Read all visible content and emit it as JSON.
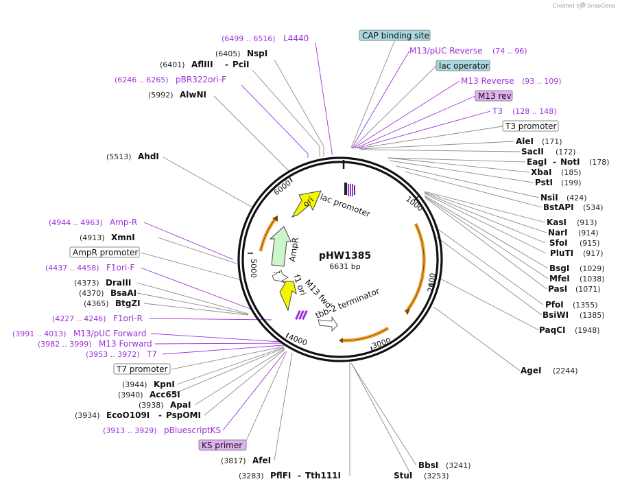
{
  "credit": {
    "prefix": "Created by",
    "brand": "SnapGene"
  },
  "plasmid": {
    "name": "pHW1385",
    "size": "6631 bp"
  },
  "ticks": [
    "1000",
    "2000",
    "3000",
    "4000",
    "5000",
    "6000"
  ],
  "features": {
    "ori": "ori",
    "lac_promoter": "lac promoter",
    "ampr": "AmpR",
    "ampr_promoter_small": "...",
    "f1_ori": "f1 ori",
    "m13_fwd": "M13 fwd",
    "tbb2_terminator": "tbb-2 terminator"
  },
  "labels": {
    "l4440": {
      "range": "(6499 .. 6516)",
      "name": "L4440"
    },
    "nspi": {
      "pos": "(6405)",
      "name": "NspI"
    },
    "aflIII": {
      "pos": "(6401)",
      "name": "AflIII",
      "sep": "-",
      "name2": "PciI"
    },
    "pbr322": {
      "range": "(6246 .. 6265)",
      "name": "pBR322ori-F"
    },
    "alwni": {
      "pos": "(5992)",
      "name": "AlwNI"
    },
    "ahdi": {
      "pos": "(5513)",
      "name": "AhdI"
    },
    "ampr_primer": {
      "range": "(4944 .. 4963)",
      "name": "Amp-R"
    },
    "xmni": {
      "pos": "(4913)",
      "name": "XmnI"
    },
    "ampr_promoter": "AmpR promoter",
    "f1ori_f": {
      "range": "(4437 .. 4458)",
      "name": "F1ori-F"
    },
    "draIII": {
      "pos": "(4373)",
      "name": "DraIII"
    },
    "bsaai": {
      "pos": "(4370)",
      "name": "BsaAI"
    },
    "btgzi": {
      "pos": "(4365)",
      "name": "BtgZI"
    },
    "f1ori_r": {
      "range": "(4227 .. 4246)",
      "name": "F1ori-R"
    },
    "m13puc_fwd": {
      "range": "(3991 .. 4013)",
      "name": "M13/pUC Forward"
    },
    "m13_forward": {
      "range": "(3982 .. 3999)",
      "name": "M13 Forward"
    },
    "t7": {
      "range": "(3953 .. 3972)",
      "name": "T7"
    },
    "t7_promoter": "T7 promoter",
    "kpni": {
      "pos": "(3944)",
      "name": "KpnI"
    },
    "acc65i": {
      "pos": "(3940)",
      "name": "Acc65I"
    },
    "apai": {
      "pos": "(3938)",
      "name": "ApaI"
    },
    "ecoo109i": {
      "pos": "(3934)",
      "name": "EcoO109I",
      "sep": "-",
      "name2": "PspOMI"
    },
    "pbluescript": {
      "range": "(3913 .. 3929)",
      "name": "pBluescriptKS"
    },
    "ks_primer": "KS primer",
    "afei": {
      "pos": "(3817)",
      "name": "AfeI"
    },
    "pflfi": {
      "pos": "(3283)",
      "name": "PflFI",
      "sep": "-",
      "name2": "Tth111I"
    },
    "stui": {
      "name": "StuI",
      "pos": "(3253)"
    },
    "bbsi": {
      "name": "BbsI",
      "pos": "(3241)"
    },
    "agei": {
      "name": "AgeI",
      "pos": "(2244)"
    },
    "paqci": {
      "name": "PaqCI",
      "pos": "(1948)"
    },
    "bsiwi": {
      "name": "BsiWI",
      "pos": "(1385)"
    },
    "pfoi": {
      "name": "PfoI",
      "pos": "(1355)"
    },
    "pasi": {
      "name": "PasI",
      "pos": "(1071)"
    },
    "mfei": {
      "name": "MfeI",
      "pos": "(1038)"
    },
    "bsgi": {
      "name": "BsgI",
      "pos": "(1029)"
    },
    "plutI": {
      "name": "PluTI",
      "pos": "(917)"
    },
    "sfoi": {
      "name": "SfoI",
      "pos": "(915)"
    },
    "nari": {
      "name": "NarI",
      "pos": "(914)"
    },
    "kasi": {
      "name": "KasI",
      "pos": "(913)"
    },
    "bstapi": {
      "name": "BstAPI",
      "pos": "(534)"
    },
    "nsii": {
      "name": "NsiI",
      "pos": "(424)"
    },
    "psti": {
      "name": "PstI",
      "pos": "(199)"
    },
    "xbai": {
      "name": "XbaI",
      "pos": "(185)"
    },
    "eagi": {
      "name": "EagI",
      "sep": "-",
      "name2": "NotI",
      "pos": "(178)"
    },
    "sacII": {
      "name": "SacII",
      "pos": "(172)"
    },
    "alei": {
      "name": "AleI",
      "pos": "(171)"
    },
    "t3_promoter": "T3 promoter",
    "t3": {
      "name": "T3",
      "range": "(128 .. 148)"
    },
    "m13_rev": "M13 rev",
    "m13_reverse": {
      "name": "M13 Reverse",
      "range": "(93 .. 109)"
    },
    "lac_operator": "lac operator",
    "m13puc_rev": {
      "name": "M13/pUC Reverse",
      "range": "(74 .. 96)"
    },
    "cap_site": "CAP binding site"
  },
  "colors": {
    "backbone": "#111111",
    "ori": "#f5f500",
    "ampr": "#ccf5cc",
    "cds_orange": "#f0a030",
    "primer": "#9b30d9",
    "box_blue": "#a8d8e0",
    "box_purple": "#e0b0f0"
  }
}
